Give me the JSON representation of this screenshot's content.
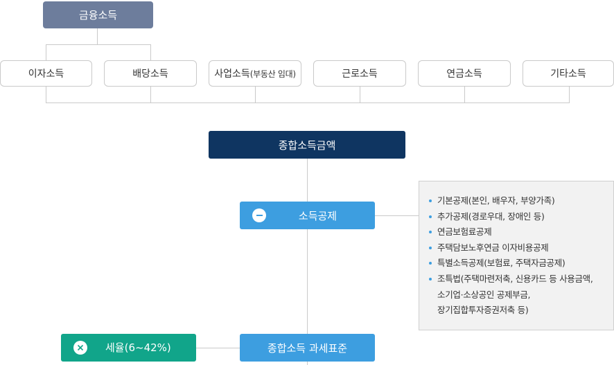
{
  "top": {
    "label": "금융소득"
  },
  "categories": [
    {
      "label": "이자소득",
      "suffix": ""
    },
    {
      "label": "배당소득",
      "suffix": ""
    },
    {
      "label": "사업소득",
      "suffix": "(부동산 임대)"
    },
    {
      "label": "근로소득",
      "suffix": ""
    },
    {
      "label": "연금소득",
      "suffix": ""
    },
    {
      "label": "기타소득",
      "suffix": ""
    }
  ],
  "total": {
    "label": "종합소득금액"
  },
  "deduction": {
    "label": "소득공제",
    "icon": "minus-icon"
  },
  "tax_base": {
    "label": "종합소득 과세표준"
  },
  "tax_rate": {
    "label": "세율(6~42%)",
    "icon": "multiply-icon"
  },
  "deduction_items": [
    {
      "text": "기본공제(본인, 배우자, 부양가족)"
    },
    {
      "text": "추가공제(경로우대, 장애인 등)"
    },
    {
      "text": "연금보험료공제"
    },
    {
      "text": "주택담보노후연금 이자비용공제"
    },
    {
      "text": "특별소득공제(보험료, 주택자금공제)"
    },
    {
      "text": "조특법(주택마련저축, 신용카드 등 사용금액,",
      "continuation": [
        "소기업·소상공인 공제부금,",
        "장기집합투자증권저축 등)"
      ]
    }
  ],
  "colors": {
    "top_box": "#6d7d9c",
    "total_box": "#0f3561",
    "blue_box": "#3d9ee0",
    "green_box": "#11a58a",
    "lines": "#c9c9c9",
    "panel_bg": "#f2f2f2"
  }
}
